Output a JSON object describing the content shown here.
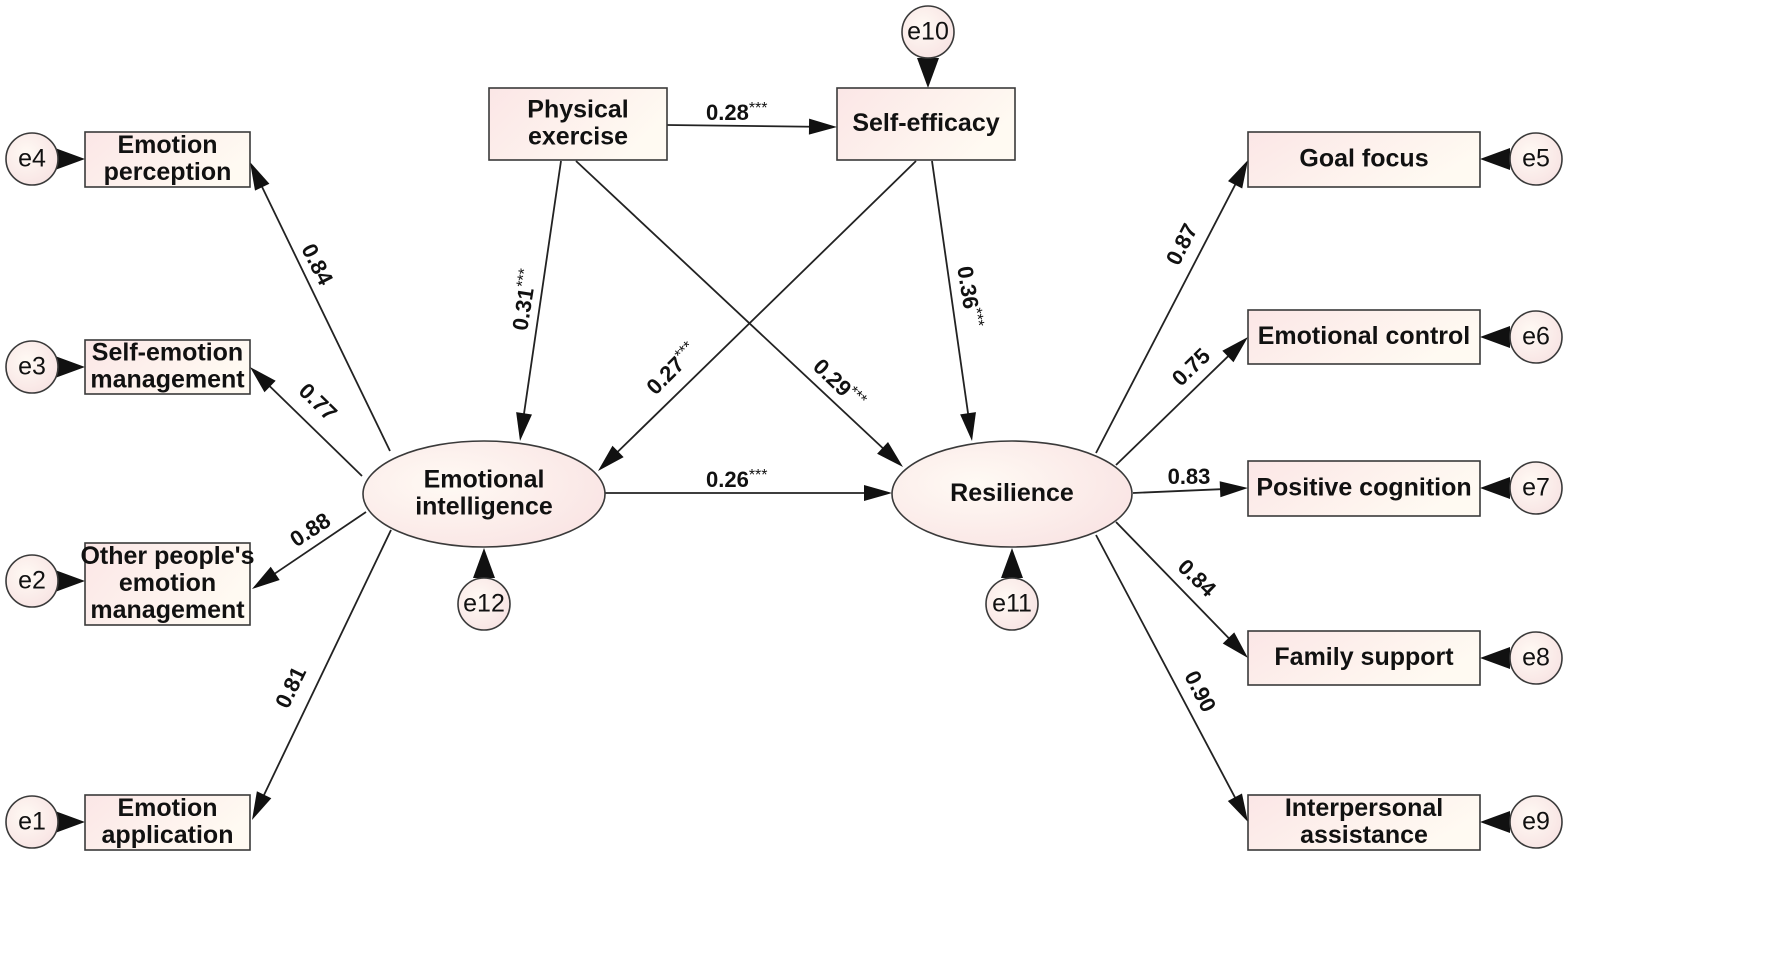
{
  "nodes": [
    {
      "id": "physical_exercise",
      "lines": [
        "Physical",
        "exercise"
      ]
    },
    {
      "id": "self_efficacy",
      "lines": [
        "Self-efficacy"
      ]
    },
    {
      "id": "emotional_intelligence",
      "lines": [
        "Emotional",
        "intelligence"
      ]
    },
    {
      "id": "resilience",
      "lines": [
        "Resilience"
      ]
    },
    {
      "id": "emotion_perception",
      "lines": [
        "Emotion",
        "perception"
      ]
    },
    {
      "id": "self_emotion_management",
      "lines": [
        "Self-emotion",
        "management"
      ]
    },
    {
      "id": "other_emotion_management",
      "lines": [
        "Other people's",
        "emotion",
        "management"
      ]
    },
    {
      "id": "emotion_application",
      "lines": [
        "Emotion",
        "application"
      ]
    },
    {
      "id": "goal_focus",
      "lines": [
        "Goal focus"
      ]
    },
    {
      "id": "emotional_control",
      "lines": [
        "Emotional control"
      ]
    },
    {
      "id": "positive_cognition",
      "lines": [
        "Positive cognition"
      ]
    },
    {
      "id": "family_support",
      "lines": [
        "Family support"
      ]
    },
    {
      "id": "interpersonal_assistance",
      "lines": [
        "Interpersonal",
        "assistance"
      ]
    }
  ],
  "errors": [
    {
      "id": "e1",
      "label": "e1"
    },
    {
      "id": "e2",
      "label": "e2"
    },
    {
      "id": "e3",
      "label": "e3"
    },
    {
      "id": "e4",
      "label": "e4"
    },
    {
      "id": "e5",
      "label": "e5"
    },
    {
      "id": "e6",
      "label": "e6"
    },
    {
      "id": "e7",
      "label": "e7"
    },
    {
      "id": "e8",
      "label": "e8"
    },
    {
      "id": "e9",
      "label": "e9"
    },
    {
      "id": "e10",
      "label": "e10"
    },
    {
      "id": "e11",
      "label": "e11"
    },
    {
      "id": "e12",
      "label": "e12"
    }
  ],
  "paths": [
    {
      "id": "pe_se",
      "from": "Physical exercise",
      "to": "Self-efficacy",
      "coef": "0.28",
      "sig": "***"
    },
    {
      "id": "pe_ei",
      "from": "Physical exercise",
      "to": "Emotional intelligence",
      "coef": "0.31",
      "sig": "***"
    },
    {
      "id": "pe_res",
      "from": "Physical exercise",
      "to": "Resilience",
      "coef": "0.29",
      "sig": "***"
    },
    {
      "id": "se_ei",
      "from": "Self-efficacy",
      "to": "Emotional intelligence",
      "coef": "0.27",
      "sig": "***"
    },
    {
      "id": "se_res",
      "from": "Self-efficacy",
      "to": "Resilience",
      "coef": "0.36",
      "sig": "***"
    },
    {
      "id": "ei_res",
      "from": "Emotional intelligence",
      "to": "Resilience",
      "coef": "0.26",
      "sig": "***"
    },
    {
      "id": "ei_ep",
      "from": "Emotional intelligence",
      "to": "Emotion perception",
      "coef": "0.84",
      "sig": ""
    },
    {
      "id": "ei_sem",
      "from": "Emotional intelligence",
      "to": "Self-emotion management",
      "coef": "0.77",
      "sig": ""
    },
    {
      "id": "ei_oem",
      "from": "Emotional intelligence",
      "to": "Other people's emotion management",
      "coef": "0.88",
      "sig": ""
    },
    {
      "id": "ei_ea",
      "from": "Emotional intelligence",
      "to": "Emotion application",
      "coef": "0.81",
      "sig": ""
    },
    {
      "id": "res_gf",
      "from": "Resilience",
      "to": "Goal focus",
      "coef": "0.87",
      "sig": ""
    },
    {
      "id": "res_ec",
      "from": "Resilience",
      "to": "Emotional control",
      "coef": "0.75",
      "sig": ""
    },
    {
      "id": "res_pc",
      "from": "Resilience",
      "to": "Positive cognition",
      "coef": "0.83",
      "sig": ""
    },
    {
      "id": "res_fs",
      "from": "Resilience",
      "to": "Family support",
      "coef": "0.84",
      "sig": ""
    },
    {
      "id": "res_ia",
      "from": "Resilience",
      "to": "Interpersonal assistance",
      "coef": "0.90",
      "sig": ""
    }
  ],
  "colors": {
    "fill_start": "#fbe6e6",
    "fill_end": "#fffaf2",
    "stroke": "#3a3a3a",
    "arrow": "#111111"
  }
}
